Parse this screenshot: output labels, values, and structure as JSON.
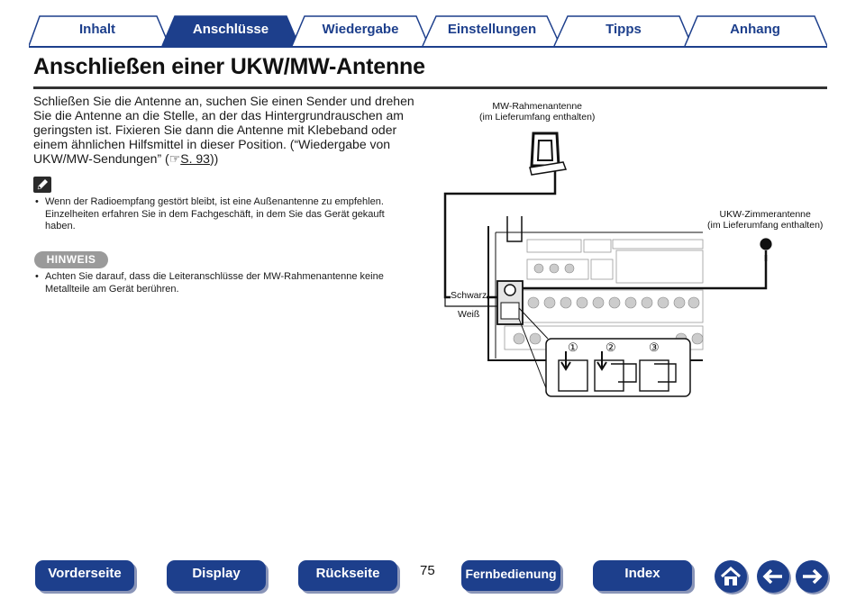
{
  "tabs": [
    {
      "label": "Inhalt",
      "active": false
    },
    {
      "label": "Anschlüsse",
      "active": true
    },
    {
      "label": "Wiedergabe",
      "active": false
    },
    {
      "label": "Einstellungen",
      "active": false
    },
    {
      "label": "Tipps",
      "active": false
    },
    {
      "label": "Anhang",
      "active": false
    }
  ],
  "page": {
    "title": "Anschließen einer UKW/MW-Antenne",
    "intro": "Schließen Sie die Antenne an, suchen Sie einen Sender und drehen Sie die Antenne an die Stelle, an der das Hintergrundrauschen am geringsten ist. Fixieren Sie dann die Antenne mit Klebeband oder einem ähnlichen Hilfsmittel in dieser Position. (“Wiedergabe von UKW/MW-Sendungen” (",
    "intro_ref": "S. 93",
    "intro_end": "))",
    "note_icon": "pencil-note-icon",
    "note": "Wenn der Radioempfang gestört bleibt, ist eine Außenantenne zu empfehlen. Einzelheiten erfahren Sie in dem Fachgeschäft, in dem Sie das Gerät gekauft haben.",
    "hinweis_label": "HINWEIS",
    "hinweis": "Achten Sie darauf, dass die Leiteranschlüsse der MW-Rahmenantenne keine Metallteile am Gerät berühren.",
    "page_number": "75"
  },
  "diagram": {
    "mw_antenna_line1": "MW-Rahmenantenne",
    "mw_antenna_line2": "(im Lieferumfang enthalten)",
    "fm_antenna_line1": "UKW-Zimmerantenne",
    "fm_antenna_line2": "(im Lieferumfang enthalten)",
    "wire_black": "Schwarz",
    "wire_white": "Weiß",
    "step1": "①",
    "step2": "②",
    "step3": "③"
  },
  "nav": {
    "front": "Vorderseite",
    "display": "Display",
    "back": "Rückseite",
    "remote": "Fernbedienung",
    "index": "Index",
    "home_icon": "home-icon",
    "prev_icon": "arrow-left-icon",
    "next_icon": "arrow-right-icon"
  },
  "colors": {
    "accent": "#1d3f8c",
    "hinweis": "#9a9a9a"
  }
}
